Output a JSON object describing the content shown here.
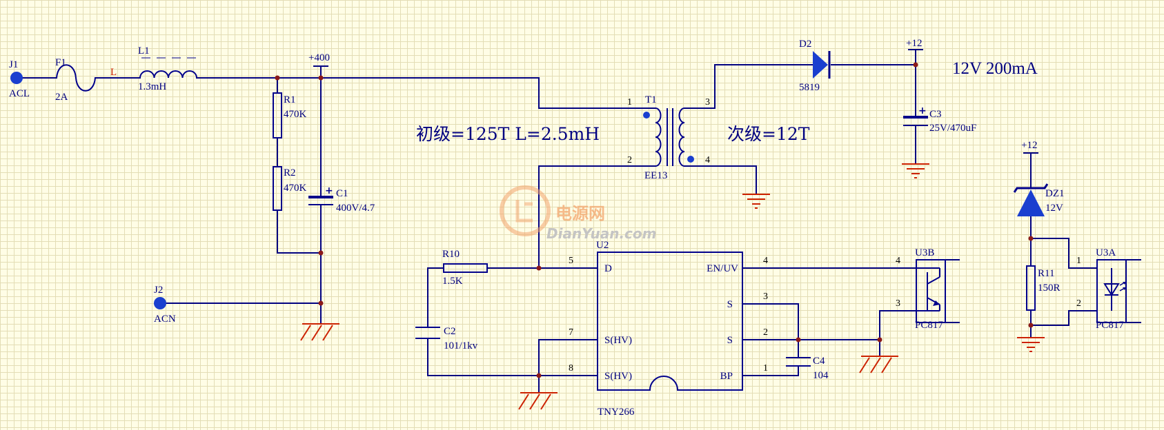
{
  "title": "12V  200mA",
  "notes": {
    "primary": "初级=125T  L=2.5mH",
    "secondary": "次级=12T"
  },
  "rails": {
    "v400": "+400",
    "v12a": "+12",
    "v12b": "+12"
  },
  "net_labels": {
    "line": "L"
  },
  "components": {
    "J1": {
      "ref": "J1",
      "label": "ACL"
    },
    "J2": {
      "ref": "J2",
      "label": "ACN"
    },
    "F1": {
      "ref": "F1",
      "value": "2A"
    },
    "L1": {
      "ref": "L1",
      "value": "1.3mH"
    },
    "R1": {
      "ref": "R1",
      "value": "470K"
    },
    "R2": {
      "ref": "R2",
      "value": "470K"
    },
    "C1": {
      "ref": "C1",
      "value": "400V/4.7"
    },
    "T1": {
      "ref": "T1",
      "value": "EE13"
    },
    "D2": {
      "ref": "D2",
      "value": "5819"
    },
    "C3": {
      "ref": "C3",
      "value": "25V/470uF"
    },
    "R10": {
      "ref": "R10",
      "value": "1.5K"
    },
    "C2": {
      "ref": "C2",
      "value": "101/1kv"
    },
    "U2": {
      "ref": "U2",
      "value": "TNY266"
    },
    "C4": {
      "ref": "C4",
      "value": "104"
    },
    "U3B": {
      "ref": "U3B",
      "value": "PC817"
    },
    "U3A": {
      "ref": "U3A",
      "value": "PC817"
    },
    "DZ1": {
      "ref": "DZ1",
      "value": "12V"
    },
    "R11": {
      "ref": "R11",
      "value": "150R"
    }
  },
  "pins": {
    "t1_1": "1",
    "t1_2": "2",
    "t1_3": "3",
    "t1_4": "4",
    "u2_d": "D",
    "u2_en": "EN/UV",
    "u2_s1": "S",
    "u2_s2": "S",
    "u2_shv1": "S(HV)",
    "u2_shv2": "S(HV)",
    "u2_bp": "BP",
    "u2_5": "5",
    "u2_4": "4",
    "u2_3": "3",
    "u2_2": "2",
    "u2_7": "7",
    "u2_8": "8",
    "u2_1": "1",
    "u3b_4": "4",
    "u3b_3": "3",
    "u3a_1": "1",
    "u3a_2": "2"
  },
  "watermark": {
    "cn": "电源网",
    "en": "DianYuan.com"
  },
  "colors": {
    "background": "#fffde6",
    "grid": "#e3ddb5",
    "wire": "#000080",
    "junction": "#8b1a1a",
    "ground": "#cc2200",
    "terminal": "#1a3fcf"
  }
}
